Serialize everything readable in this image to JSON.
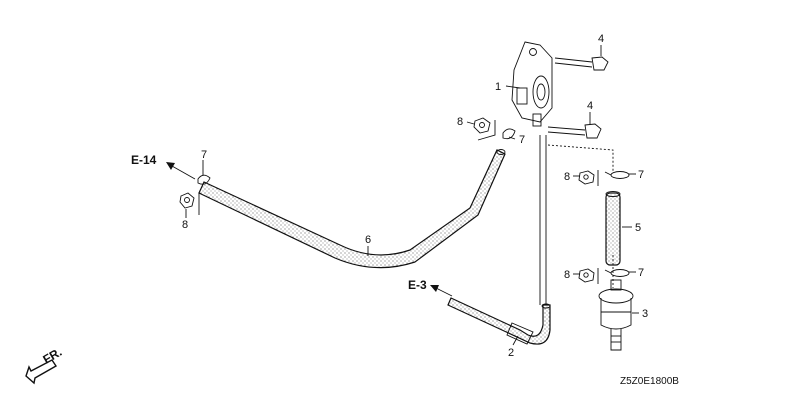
{
  "callouts": {
    "c1": "1",
    "c2": "2",
    "c3": "3",
    "c4a": "4",
    "c4b": "4",
    "c5": "5",
    "c6": "6",
    "c7a": "7",
    "c7b": "7",
    "c7c": "7",
    "c7d": "7",
    "c8a": "8",
    "c8b": "8",
    "c8c": "8",
    "c8d": "8"
  },
  "references": {
    "e14": "E-14",
    "e3": "E-3"
  },
  "direction": {
    "front": "FR."
  },
  "diagram_code": "Z5Z0E1800B"
}
